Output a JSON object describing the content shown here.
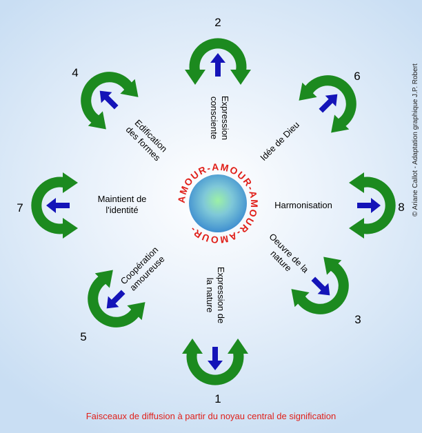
{
  "center": {
    "ring_text": "AMOUR-AMOUR-AMOUR-AMOUR-",
    "ring_color": "#e0201a"
  },
  "colors": {
    "arc": "#1c8a1f",
    "arrow": "#1414b8",
    "caption": "#e0201a"
  },
  "nodes": [
    {
      "id": "1",
      "number": "1",
      "label": [
        "Expression de",
        "la nature"
      ]
    },
    {
      "id": "2",
      "number": "2",
      "label": [
        "Expression",
        "consciente"
      ]
    },
    {
      "id": "3",
      "number": "3",
      "label": [
        "Oeuvre de la",
        "nature"
      ]
    },
    {
      "id": "4",
      "number": "4",
      "label": [
        "Edification",
        "des formes"
      ]
    },
    {
      "id": "5",
      "number": "5",
      "label": [
        "Coopération",
        "amoureuse"
      ]
    },
    {
      "id": "6",
      "number": "6",
      "label": [
        "Idée de Dieu"
      ]
    },
    {
      "id": "7",
      "number": "7",
      "label": [
        "Maintient de",
        "l'identité"
      ]
    },
    {
      "id": "8",
      "number": "8",
      "label": [
        "Harmonisation"
      ]
    }
  ],
  "caption": "Faisceaux de diffusion à partir du noyau central de signification",
  "credit": "© Ariane Callot - Adaptation graphique J.P. Robert"
}
